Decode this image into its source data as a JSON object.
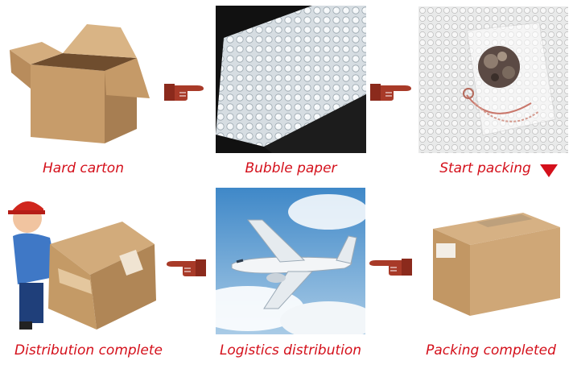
{
  "steps": [
    {
      "label": "Hard carton",
      "image": "open-cardboard-box"
    },
    {
      "label": "Bubble paper",
      "image": "bubble-wrap-sheet"
    },
    {
      "label": "Start packing",
      "image": "jewelry-on-bubble-wrap"
    },
    {
      "label": "Packing completed",
      "image": "sealed-cardboard-box"
    },
    {
      "label": "Logistics distribution",
      "image": "airplane-in-sky"
    },
    {
      "label": "Distribution complete",
      "image": "courier-carrying-box"
    }
  ],
  "arrows": {
    "right_icon": "pointing-hand-right",
    "left_icon": "pointing-hand-left",
    "down_icon": "red-triangle-down"
  },
  "colors": {
    "caption": "#d4101b",
    "hand": "#8b2a1c",
    "cardboard": "#c9a173"
  }
}
